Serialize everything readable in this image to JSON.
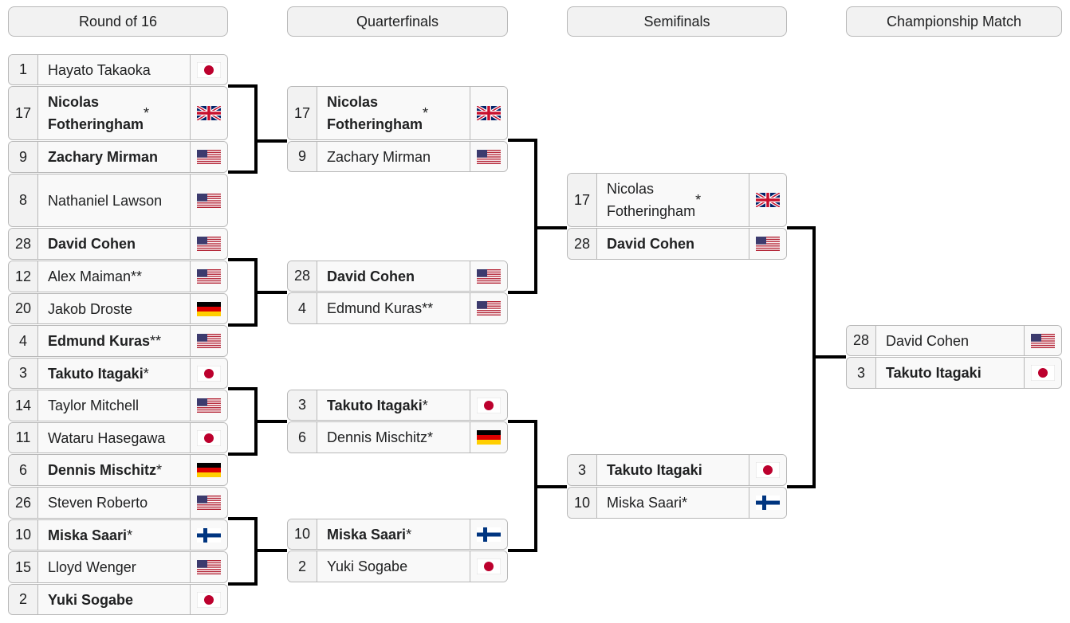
{
  "rounds": [
    "Round of 16",
    "Quarterfinals",
    "Semifinals",
    "Championship Match"
  ],
  "matches": [
    {
      "round": 0,
      "slots": [
        {
          "seed": "1",
          "name": "Hayato Takaoka",
          "note": "",
          "flag": "jp",
          "winner": false
        },
        {
          "seed": "17",
          "name": "Nicolas\nFotheringham",
          "note": "*",
          "flag": "gb",
          "winner": true
        }
      ]
    },
    {
      "round": 0,
      "slots": [
        {
          "seed": "9",
          "name": "Zachary Mirman",
          "note": "",
          "flag": "us",
          "winner": true
        },
        {
          "seed": "8",
          "name": "Nathaniel Lawson",
          "note": "",
          "flag": "us",
          "winner": false
        }
      ]
    },
    {
      "round": 0,
      "slots": [
        {
          "seed": "28",
          "name": "David Cohen",
          "note": "",
          "flag": "us",
          "winner": true
        },
        {
          "seed": "12",
          "name": "Alex Maiman",
          "note": "**",
          "flag": "us",
          "winner": false
        }
      ]
    },
    {
      "round": 0,
      "slots": [
        {
          "seed": "20",
          "name": "Jakob Droste",
          "note": "",
          "flag": "de",
          "winner": false
        },
        {
          "seed": "4",
          "name": "Edmund Kuras",
          "note": "**",
          "flag": "us",
          "winner": true
        }
      ]
    },
    {
      "round": 0,
      "slots": [
        {
          "seed": "3",
          "name": "Takuto Itagaki",
          "note": "*",
          "flag": "jp",
          "winner": true
        },
        {
          "seed": "14",
          "name": "Taylor Mitchell",
          "note": "",
          "flag": "us",
          "winner": false
        }
      ]
    },
    {
      "round": 0,
      "slots": [
        {
          "seed": "11",
          "name": "Wataru Hasegawa",
          "note": "",
          "flag": "jp",
          "winner": false
        },
        {
          "seed": "6",
          "name": "Dennis Mischitz",
          "note": "*",
          "flag": "de",
          "winner": true
        }
      ]
    },
    {
      "round": 0,
      "slots": [
        {
          "seed": "26",
          "name": "Steven Roberto",
          "note": "",
          "flag": "us",
          "winner": false
        },
        {
          "seed": "10",
          "name": "Miska Saari",
          "note": "*",
          "flag": "fi",
          "winner": true
        }
      ]
    },
    {
      "round": 0,
      "slots": [
        {
          "seed": "15",
          "name": "Lloyd Wenger",
          "note": "",
          "flag": "us",
          "winner": false
        },
        {
          "seed": "2",
          "name": "Yuki Sogabe",
          "note": "",
          "flag": "jp",
          "winner": true
        }
      ]
    },
    {
      "round": 1,
      "slots": [
        {
          "seed": "17",
          "name": "Nicolas\nFotheringham",
          "note": "*",
          "flag": "gb",
          "winner": true
        },
        {
          "seed": "9",
          "name": "Zachary Mirman",
          "note": "",
          "flag": "us",
          "winner": false
        }
      ]
    },
    {
      "round": 1,
      "slots": [
        {
          "seed": "28",
          "name": "David Cohen",
          "note": "",
          "flag": "us",
          "winner": true
        },
        {
          "seed": "4",
          "name": "Edmund Kuras ",
          "note": "**",
          "flag": "us",
          "winner": false
        }
      ]
    },
    {
      "round": 1,
      "slots": [
        {
          "seed": "3",
          "name": "Takuto Itagaki",
          "note": "*",
          "flag": "jp",
          "winner": true
        },
        {
          "seed": "6",
          "name": "Dennis Mischitz",
          "note": "*",
          "flag": "de",
          "winner": false
        }
      ]
    },
    {
      "round": 1,
      "slots": [
        {
          "seed": "10",
          "name": "Miska Saari",
          "note": "*",
          "flag": "fi",
          "winner": true
        },
        {
          "seed": "2",
          "name": "Yuki Sogabe",
          "note": "",
          "flag": "jp",
          "winner": false
        }
      ]
    },
    {
      "round": 2,
      "slots": [
        {
          "seed": "17",
          "name": "Nicolas\nFotheringham",
          "note": "*",
          "flag": "gb",
          "winner": false
        },
        {
          "seed": "28",
          "name": "David Cohen",
          "note": "",
          "flag": "us",
          "winner": true
        }
      ]
    },
    {
      "round": 2,
      "slots": [
        {
          "seed": "3",
          "name": "Takuto Itagaki",
          "note": "",
          "flag": "jp",
          "winner": true
        },
        {
          "seed": "10",
          "name": "Miska Saari",
          "note": "*",
          "flag": "fi",
          "winner": false
        }
      ]
    },
    {
      "round": 3,
      "slots": [
        {
          "seed": "28",
          "name": "David Cohen",
          "note": "",
          "flag": "us",
          "winner": false
        },
        {
          "seed": "3",
          "name": "Takuto Itagaki",
          "note": "",
          "flag": "jp",
          "winner": true
        }
      ]
    }
  ]
}
